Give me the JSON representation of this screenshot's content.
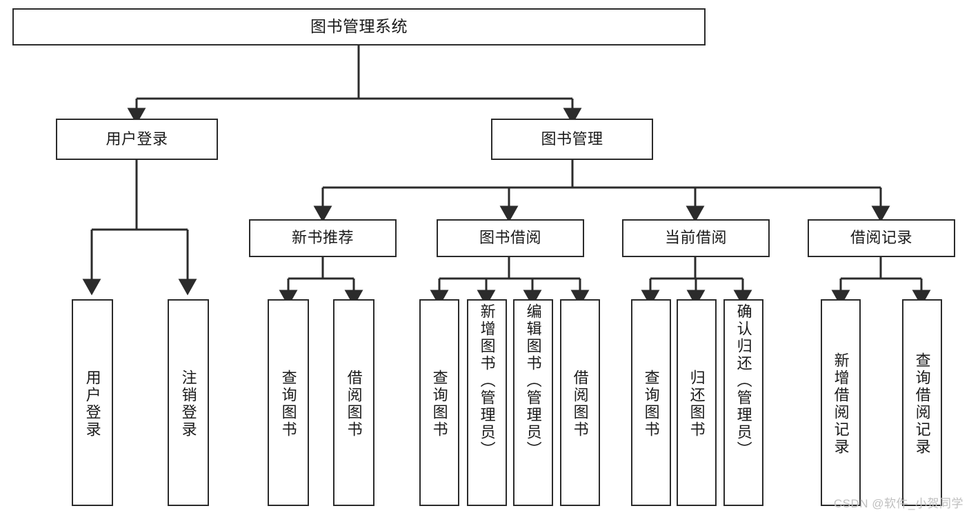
{
  "diagram": {
    "type": "tree",
    "title": "图书管理系统",
    "orientation": "top-down",
    "colors": {
      "node_border": "#2b2b2b",
      "node_fill": "#ffffff",
      "connector": "#2b2b2b",
      "text": "#1a1a1a",
      "watermark": "#bfbfbf",
      "background": "#ffffff"
    }
  },
  "watermark": {
    "text": "CSDN @软件_小贺同学"
  },
  "nodes": {
    "root": {
      "label": "图书管理系统"
    },
    "level2": [
      {
        "label": "用户登录"
      },
      {
        "label": "图书管理"
      }
    ],
    "level3": [
      {
        "label": "新书推荐"
      },
      {
        "label": "图书借阅"
      },
      {
        "label": "当前借阅"
      },
      {
        "label": "借阅记录"
      }
    ],
    "login_leaves": [
      {
        "label": "用户登录"
      },
      {
        "label": "注销登录"
      }
    ],
    "recommend_leaves": [
      {
        "label": "查询图书"
      },
      {
        "label": "借阅图书"
      }
    ],
    "borrow_leaves": [
      {
        "label": "查询图书"
      },
      {
        "label": "新增图书（管理员）"
      },
      {
        "label": "编辑图书（管理员）"
      },
      {
        "label": "借阅图书"
      }
    ],
    "current_leaves": [
      {
        "label": "查询图书"
      },
      {
        "label": "归还图书"
      },
      {
        "label": "确认归还（管理员）"
      }
    ],
    "record_leaves": [
      {
        "label": "新增借阅记录"
      },
      {
        "label": "查询借阅记录"
      }
    ]
  }
}
